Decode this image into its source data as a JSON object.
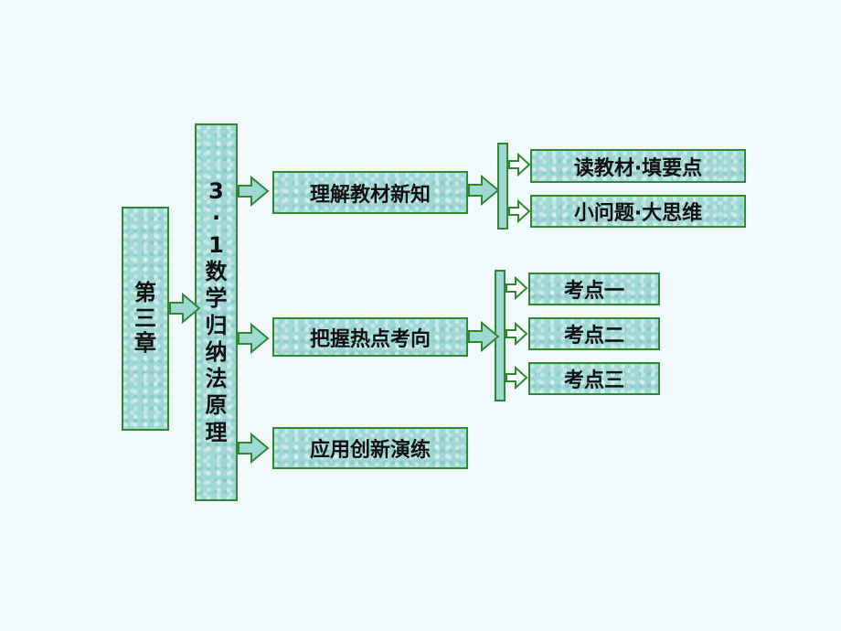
{
  "chapter": {
    "label_chars": [
      "第",
      "三",
      "章"
    ]
  },
  "section": {
    "label_chars": [
      "3",
      "·",
      "1",
      "数",
      "学",
      "归",
      "纳",
      "法",
      "原",
      "理"
    ]
  },
  "branches": [
    {
      "label": "理解教材新知",
      "children": [
        "读教材·填要点",
        "小问题·大思维"
      ]
    },
    {
      "label": "把握热点考向",
      "children": [
        "考点一",
        "考点二",
        "考点三"
      ]
    },
    {
      "label": "应用创新演练",
      "children": []
    }
  ],
  "colors": {
    "fill": "#9fd7d4",
    "border": "#2f8a2f",
    "background": "#f1f9fd"
  }
}
